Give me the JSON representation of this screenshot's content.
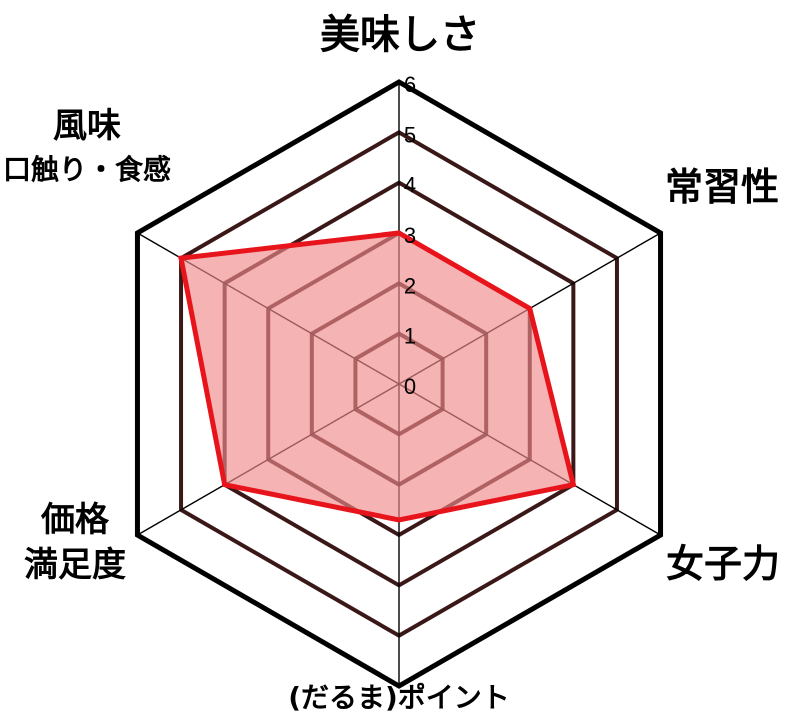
{
  "chart_data": {
    "type": "radar",
    "axes": [
      "美味しさ",
      "常習性",
      "女子力",
      "(だるま)ポイント",
      "価格満足度",
      "風味口触り・食感"
    ],
    "axis_label_lines": [
      [
        "美味しさ"
      ],
      [
        "常習性"
      ],
      [
        "女子力"
      ],
      [
        "(だるま)ポイント"
      ],
      [
        "価格",
        "満足度"
      ],
      [
        "風味",
        "口触り・食感"
      ]
    ],
    "values": [
      3,
      3,
      4,
      2.7,
      4,
      5
    ],
    "scale": {
      "min": 0,
      "max": 6,
      "ticks": [
        "0",
        "1",
        "2",
        "3",
        "4",
        "5",
        "6"
      ]
    },
    "colors": {
      "series_stroke": "#e8141c",
      "series_fill": "#f08a8c",
      "grid_outer": "#000000",
      "grid_inner": "#3a1818"
    }
  }
}
